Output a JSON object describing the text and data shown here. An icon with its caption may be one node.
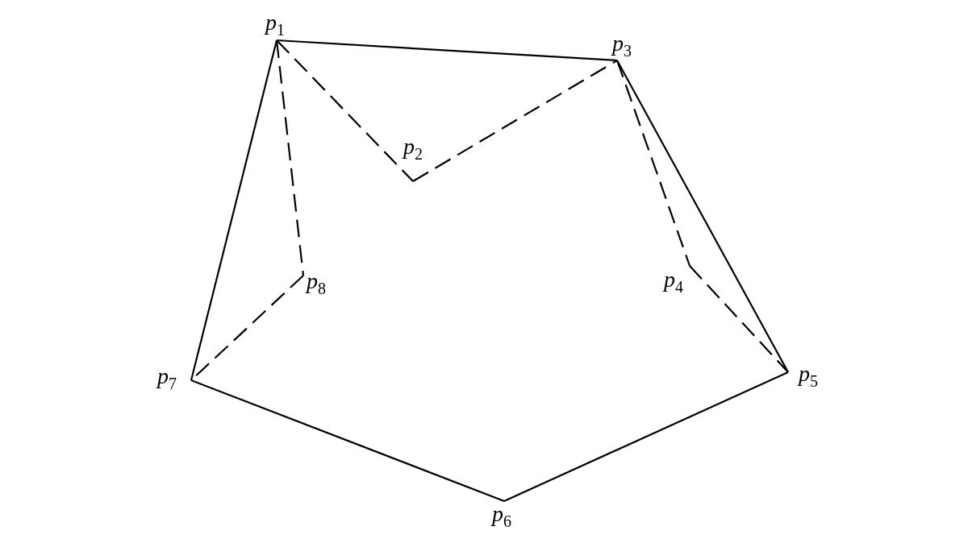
{
  "diagram": {
    "nodes": [
      {
        "text": [
          "p$_{1}$"
        ]
      },
      {
        "text": [
          "p$_{2}$"
        ]
      },
      {
        "text": [
          "p$_{3}$"
        ]
      },
      {
        "text": [
          "p$_{4}$"
        ]
      },
      {
        "text": [
          "p$_{5}$"
        ]
      },
      {
        "text": [
          "p$_{6}$"
        ]
      },
      {
        "text": [
          "p$_{7}$"
        ]
      },
      {
        "text": [
          "p$_{8}$"
        ]
      }
    ],
    "edges": [
      {
        "from": 0,
        "to": 2,
        "arrow": "none"
      },
      {
        "from": 0,
        "to": 1,
        "arrow": "none",
        "style": "dashed"
      },
      {
        "from": 1,
        "to": 2,
        "arrow": "none",
        "style": "dashed"
      },
      {
        "from": 2,
        "to": 3,
        "arrow": "none",
        "style": "dashed"
      },
      {
        "from": 2,
        "to": 4,
        "arrow": "none"
      },
      {
        "from": 3,
        "to": 4,
        "arrow": "none",
        "style": "dashed"
      },
      {
        "from": 0,
        "to": 7,
        "arrow": "none",
        "style": "dashed"
      },
      {
        "from": 7,
        "to": 6,
        "arrow": "none",
        "style": "dashed"
      },
      {
        "from": 0,
        "to": 6,
        "arrow": "none"
      },
      {
        "from": 6,
        "to": 5,
        "arrow": "none"
      },
      {
        "from": 5,
        "to": 4,
        "arrow": "none"
      }
    ]
  }
}
